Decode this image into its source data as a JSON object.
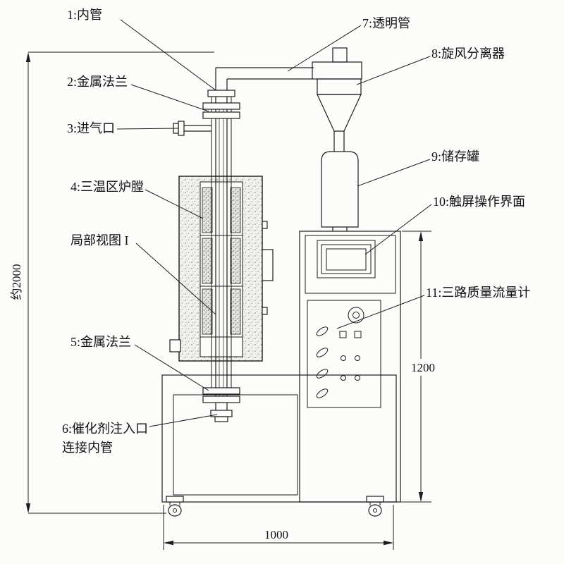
{
  "callouts": {
    "inner_tube": "1:内管",
    "metal_flange_top": "2:金属法兰",
    "gas_inlet": "3:进气口",
    "furnace": "4:三温区炉膛",
    "local_view": "局部视图 I",
    "metal_flange_bottom": "5:金属法兰",
    "catalyst_port_line1": "6:催化剂注入口",
    "catalyst_port_line2": "连接内管",
    "transparent_tube": "7:透明管",
    "cyclone": "8:旋风分离器",
    "storage_tank": "9:储存罐",
    "touchscreen": "10:触屏操作界面",
    "flow_meter": "11:三路质量流量计"
  },
  "dimensions": {
    "overall_height": "约2000",
    "cabinet_height": "1200",
    "base_width": "1000"
  },
  "colors": {
    "line": "#1c1c1c",
    "background": "#fcfcfa"
  }
}
